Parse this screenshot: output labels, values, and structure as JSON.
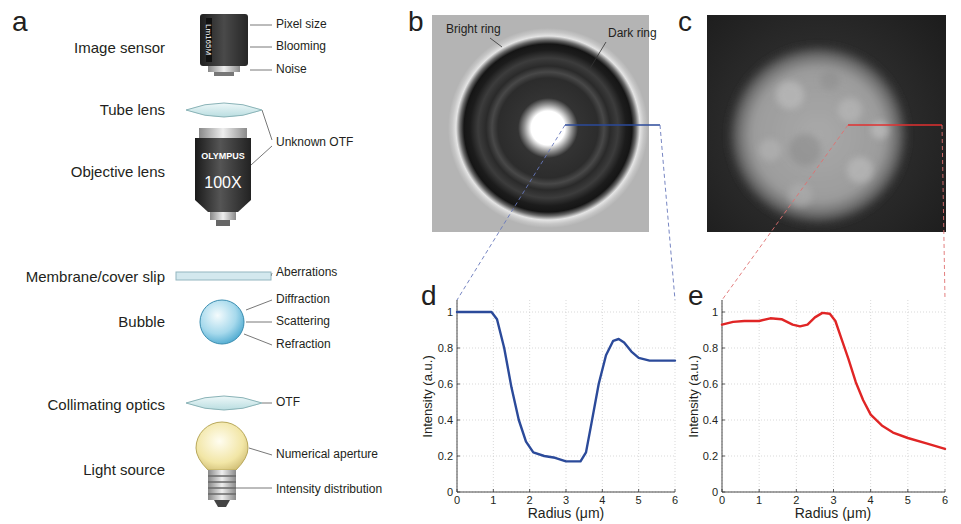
{
  "diagram": {
    "labels": [
      "a",
      "b",
      "c",
      "Image sensor",
      "Lm165M",
      "Pixel size",
      "Blooming",
      "Noise",
      "Tube lens",
      "Unknown OTF",
      "Objective lens",
      "OLYMPUS",
      "100X",
      "Membrane/cover slip",
      "Aberrations",
      "Bubble",
      "Diffraction",
      "Scattering",
      "Refraction",
      "Collimating optics",
      "OTF",
      "Light source",
      "Numerical aperture",
      "Intensity distribution",
      "Bright ring",
      "Dark ring",
      "d",
      "e",
      "0",
      "0.2",
      "0.4",
      "0.6",
      "0.8",
      "1",
      "0",
      "1",
      "2",
      "3",
      "4",
      "5",
      "6",
      "Intensity (a.u.)",
      "Radius (μm)",
      "0",
      "0.2",
      "0.4",
      "0.6",
      "0.8",
      "1",
      "0",
      "1",
      "2",
      "3",
      "4",
      "5",
      "6",
      "Intensity (a.u.)",
      "Radius (μm)"
    ]
  }
}
